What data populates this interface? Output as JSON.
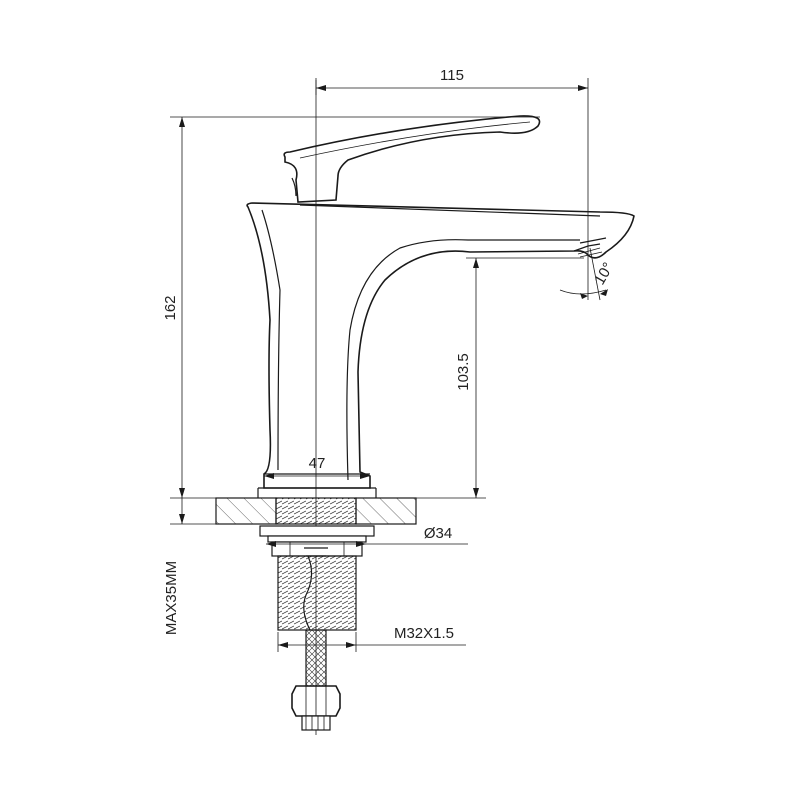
{
  "dimensions": {
    "width_total": "115",
    "height_total": "162",
    "spout_height": "103.5",
    "base_width": "47",
    "shank_diameter": "Ø34",
    "thread": "M32X1.5",
    "deck_thickness": "MAX35MM",
    "spout_angle": "10°"
  }
}
